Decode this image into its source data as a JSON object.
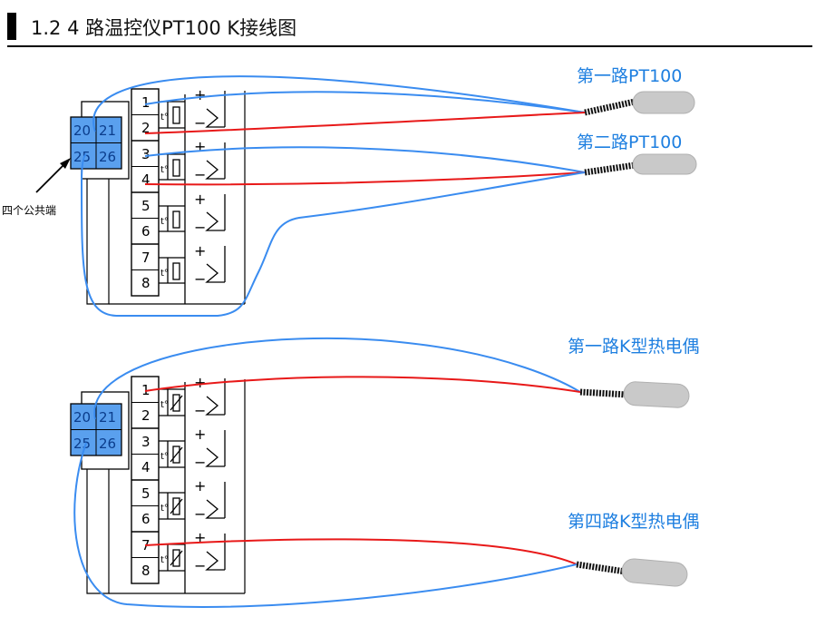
{
  "header": {
    "title": "1.2 4 路温控仪PT100 K接线图"
  },
  "colors": {
    "wire_blue": "#3a8cf0",
    "wire_red": "#e81919",
    "pad_fill": "#5aa0ee",
    "label_blue": "#1e7fe0",
    "probe": "#c9c9c9"
  },
  "diagram_top": {
    "common_pads": [
      "20",
      "21",
      "25",
      "26"
    ],
    "terminals": [
      "1",
      "2",
      "3",
      "4",
      "5",
      "6",
      "7",
      "8"
    ],
    "common_note": "四个公共端",
    "sensor_1_label": "第一路PT100",
    "sensor_2_label": "第二路PT100"
  },
  "diagram_bottom": {
    "common_pads": [
      "20",
      "21",
      "25",
      "26"
    ],
    "terminals": [
      "1",
      "2",
      "3",
      "4",
      "5",
      "6",
      "7",
      "8"
    ],
    "sensor_1_label": "第一路K型热电偶",
    "sensor_4_label": "第四路K型热电偶"
  },
  "symbols": {
    "plus": "+",
    "minus": "−",
    "temp_mark": "t°"
  }
}
